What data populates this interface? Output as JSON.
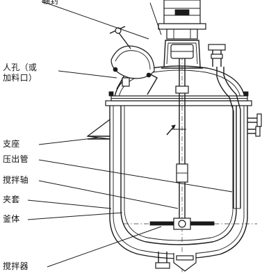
{
  "labels": {
    "shaft_seal": "轴封",
    "manhole": "人孔（或\n加料口）",
    "support": "支座",
    "discharge_pipe": "压出管",
    "stirring_shaft": "搅拌轴",
    "jacket": "夹套",
    "vessel_body": "釜体",
    "agitator": "搅拌器"
  },
  "colors": {
    "ink": "#1a1a1a",
    "background": "#ffffff"
  }
}
